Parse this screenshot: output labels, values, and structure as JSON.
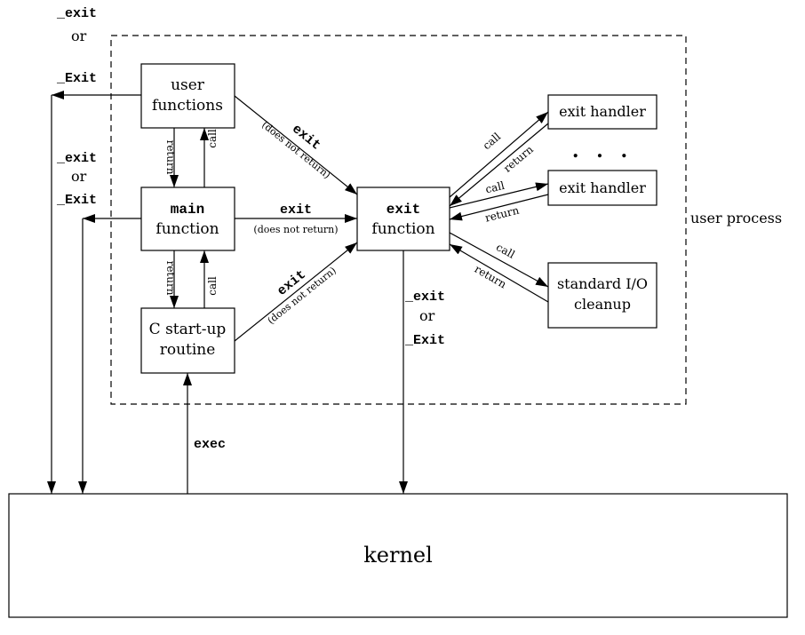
{
  "colors": {
    "ink": "#000000",
    "background": "#ffffff"
  },
  "boxes": {
    "user_functions": [
      "user",
      "functions"
    ],
    "main_function": [
      "main",
      "function"
    ],
    "c_startup": [
      "C start-up",
      "routine"
    ],
    "exit_function": [
      "exit",
      "function"
    ],
    "exit_handler_1": "exit handler",
    "exit_handler_2": "exit handler",
    "std_io_cleanup": [
      "standard I/O",
      "cleanup"
    ],
    "kernel": "kernel"
  },
  "labels": {
    "user_process": "user process",
    "ellipsis": ". . .",
    "exec": "exec",
    "exit_mono": "exit",
    "does_not_return": "(does not return)",
    "call": "call",
    "return": "return",
    "underscore_exit": "_exit",
    "or": "or",
    "underscore_Exit": "_Exit"
  }
}
